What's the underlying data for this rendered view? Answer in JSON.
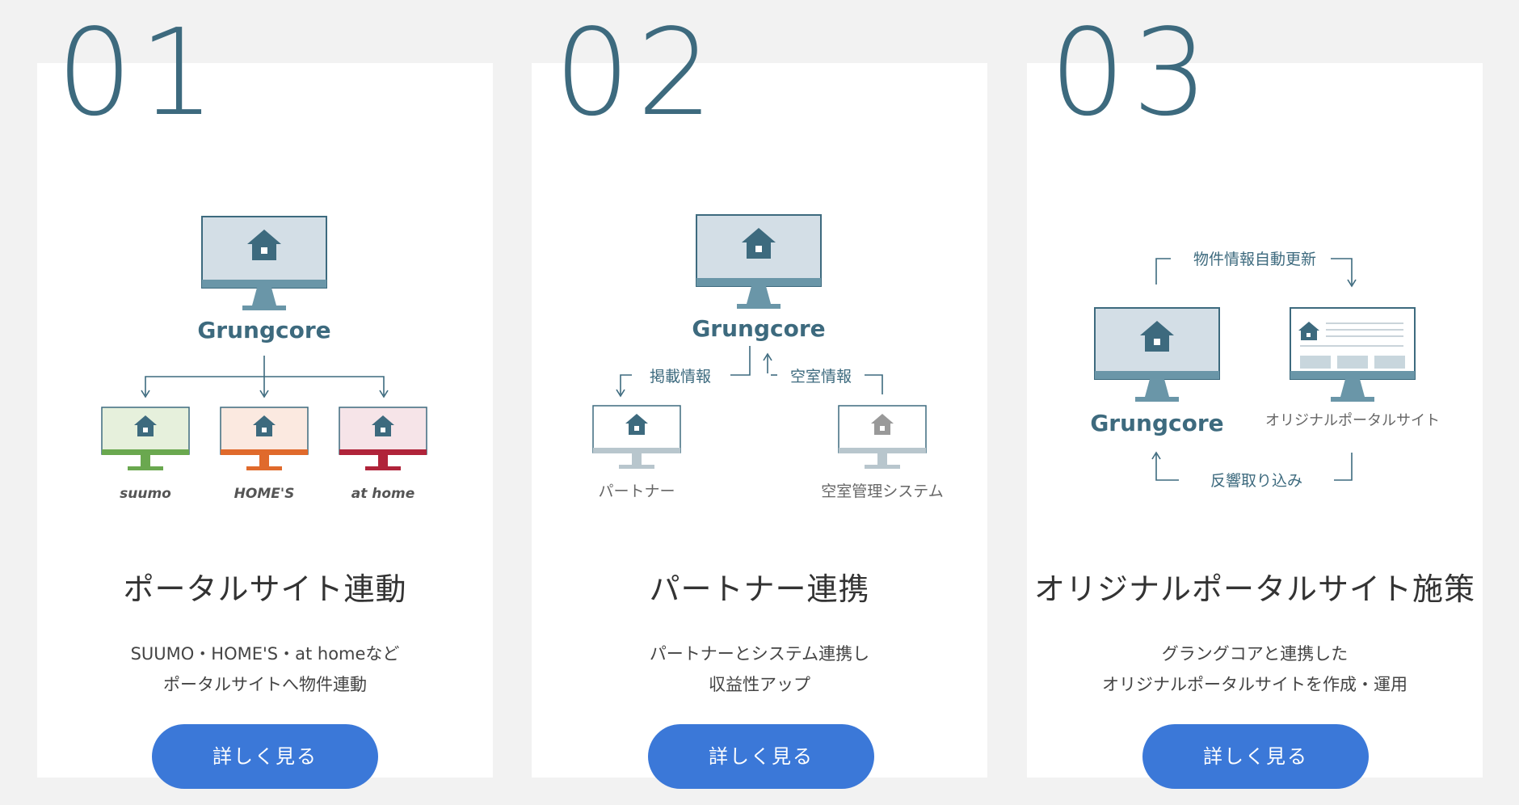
{
  "cards": [
    {
      "number": "01",
      "logo": "Grungcore",
      "sites": [
        "suumo",
        "HOME'S",
        "at home"
      ],
      "title": "ポータルサイト連動",
      "desc": [
        "SUUMO・HOME'S・at homeなど",
        "ポータルサイトへ物件連動"
      ],
      "button": "詳しく見る"
    },
    {
      "number": "02",
      "logo": "Grungcore",
      "arrow_left": "掲載情報",
      "arrow_right": "空室情報",
      "label_left": "パートナー",
      "label_right": "空室管理システム",
      "title": "パートナー連携",
      "desc": [
        "パートナーとシステム連携し",
        "収益性アップ"
      ],
      "button": "詳しく見る"
    },
    {
      "number": "03",
      "logo": "Grungcore",
      "top_flow": "物件情報自動更新",
      "right_label": "オリジナルポータルサイト",
      "bottom_flow": "反響取り込み",
      "title": "オリジナルポータルサイト施策",
      "desc": [
        "グラングコアと連携した",
        "オリジナルポータルサイトを作成・運用"
      ],
      "button": "詳しく見る"
    }
  ],
  "colors": {
    "accent": "#3d6a7e",
    "button": "#3b78d8",
    "suumo": "#6aa84f",
    "homes": "#e06a2c",
    "athome": "#b0243a"
  }
}
